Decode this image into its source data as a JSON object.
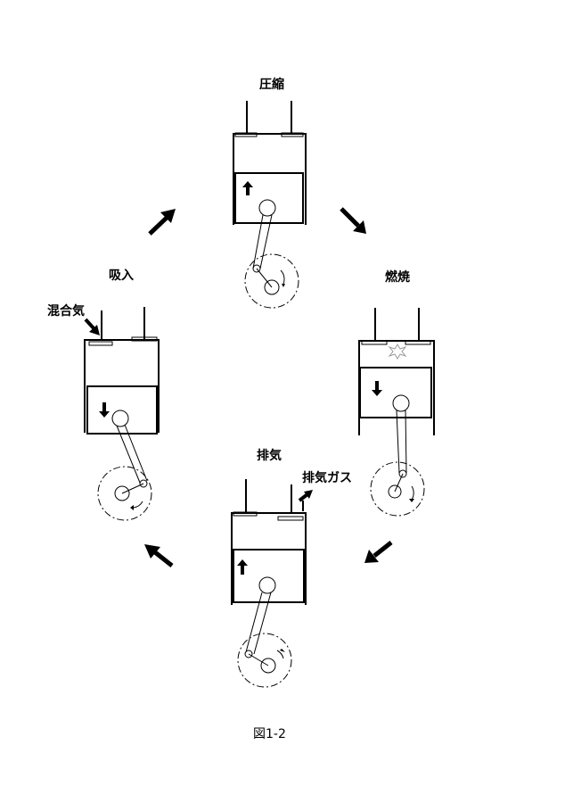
{
  "stages": {
    "compression": {
      "label": "圧縮"
    },
    "combustion": {
      "label": "燃焼"
    },
    "exhaust": {
      "label": "排気"
    },
    "intake": {
      "label": "吸入"
    }
  },
  "annotations": {
    "air_fuel_mixture": "混合気",
    "exhaust_gas": "排気ガス"
  },
  "caption": "図1-2",
  "icons": [
    "piston-up-arrow-icon",
    "piston-down-arrow-icon",
    "cycle-arrow-icon",
    "spark-icon",
    "crank-rotation-icon"
  ]
}
